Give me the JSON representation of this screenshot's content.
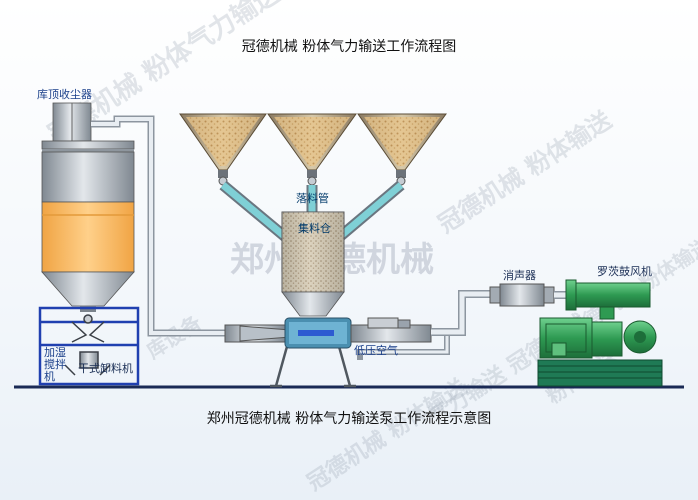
{
  "header": {
    "title": "冠德机械  粉体气力输送工作流程图"
  },
  "footer": {
    "caption": "郑州冠德机械  粉体气力输送泵工作流程示意图"
  },
  "labels": {
    "dust_collector": "库顶收尘器",
    "drop_pipe": "落料管",
    "collector_bin": "集料仓",
    "low_pressure_air": "低压空气",
    "silencer": "消声器",
    "roots_blower": "罗茨鼓风机",
    "humidifier_mixer": "加湿\n搅拌\n机",
    "dry_unloader": "干式卸料机"
  },
  "watermarks": [
    "冠德机械 粉体气力输送",
    "冠德机械 粉体输送",
    "郑州冠德机械",
    "气力输送 冠德机械",
    "粉体输送",
    "库设备",
    "冠德机械 粉体输送",
    "冠德机械 粉体输送"
  ],
  "colors": {
    "steel": "#9aa3ad",
    "powder": "#f6b25a",
    "pipe": "#dfe7ee",
    "pipe_flow": "#7fd0d6",
    "blower": "#2e9a52",
    "frame": "#2040b0",
    "base": "#1f7a55"
  }
}
